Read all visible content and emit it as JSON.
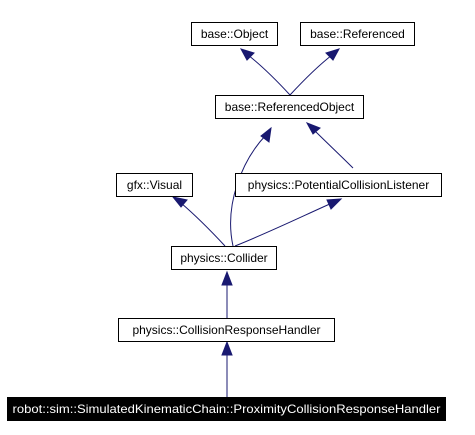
{
  "diagram": {
    "type": "inheritance-graph",
    "colors": {
      "edge": "#191970",
      "box_stroke": "#000000",
      "highlight_fill": "#000000",
      "highlight_text": "#ffffff"
    },
    "nodes": {
      "base_object": {
        "label": "base::Object"
      },
      "base_referenced": {
        "label": "base::Referenced"
      },
      "base_referenced_object": {
        "label": "base::ReferencedObject"
      },
      "gfx_visual": {
        "label": "gfx::Visual"
      },
      "physics_potential_collision_listener": {
        "label": "physics::PotentialCollisionListener"
      },
      "physics_collider": {
        "label": "physics::Collider"
      },
      "physics_collision_response_handler": {
        "label": "physics::CollisionResponseHandler"
      },
      "proximity_handler": {
        "label": "robot::sim::SimulatedKinematicChain::ProximityCollisionResponseHandler",
        "highlighted": true
      }
    },
    "edges": [
      {
        "from": "base_referenced_object",
        "to": "base_object"
      },
      {
        "from": "base_referenced_object",
        "to": "base_referenced"
      },
      {
        "from": "physics_collider",
        "to": "base_referenced_object"
      },
      {
        "from": "physics_potential_collision_listener",
        "to": "base_referenced_object"
      },
      {
        "from": "physics_collider",
        "to": "gfx_visual"
      },
      {
        "from": "physics_collider",
        "to": "physics_potential_collision_listener"
      },
      {
        "from": "physics_collision_response_handler",
        "to": "physics_collider"
      },
      {
        "from": "proximity_handler",
        "to": "physics_collision_response_handler"
      }
    ]
  }
}
